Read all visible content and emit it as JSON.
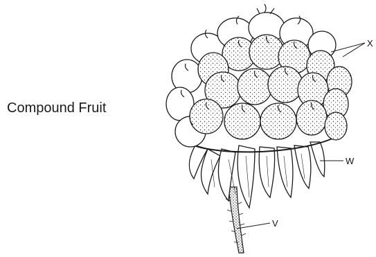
{
  "title": "Compound Fruit",
  "labels": {
    "x": "X",
    "w": "W",
    "v": "V"
  },
  "colors": {
    "ink": "#1a1a1a",
    "paper": "#ffffff",
    "shade": "#d9d9d9"
  }
}
